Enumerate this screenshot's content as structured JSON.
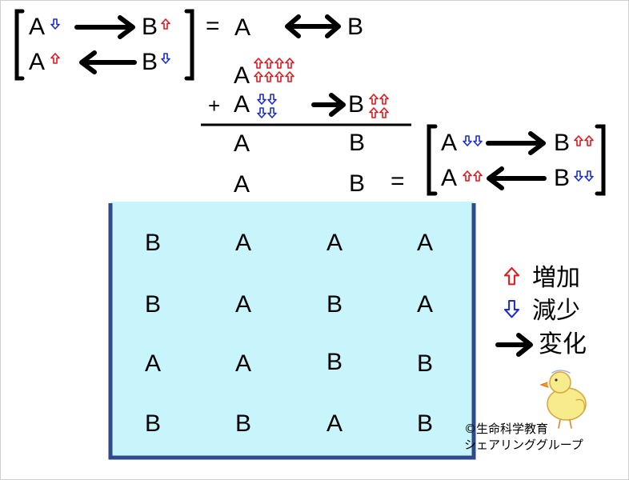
{
  "equation1": {
    "row1_left": "A",
    "row1_right": "B",
    "row2_left": "A",
    "row2_right": "B",
    "equals": "=",
    "eq_left": "A",
    "eq_right": "B"
  },
  "calculation": {
    "line1_left": "A",
    "plus": "+",
    "line2_left": "A",
    "line2_right": "B",
    "sum1_left": "A",
    "sum1_right": "B",
    "sum2_left": "A",
    "sum2_right": "B",
    "equals": "="
  },
  "result_matrix": {
    "row1_left": "A",
    "row1_right": "B",
    "row2_left": "A",
    "row2_right": "B"
  },
  "tank_grid": [
    [
      "B",
      "A",
      "A",
      "A"
    ],
    [
      "B",
      "A",
      "B",
      "A"
    ],
    [
      "A",
      "A",
      "B",
      "B"
    ],
    [
      "B",
      "B",
      "A",
      "B"
    ]
  ],
  "legend": {
    "increase": "増加",
    "decrease": "減少",
    "change": "変化"
  },
  "credit": {
    "line1": "©生命科学教育",
    "line2": "シェアリンググループ"
  },
  "colors": {
    "increase": "#e8151b",
    "decrease": "#1a2bd6",
    "tank_fill": "#c8f4fb",
    "tank_border": "#2f4a8a"
  }
}
